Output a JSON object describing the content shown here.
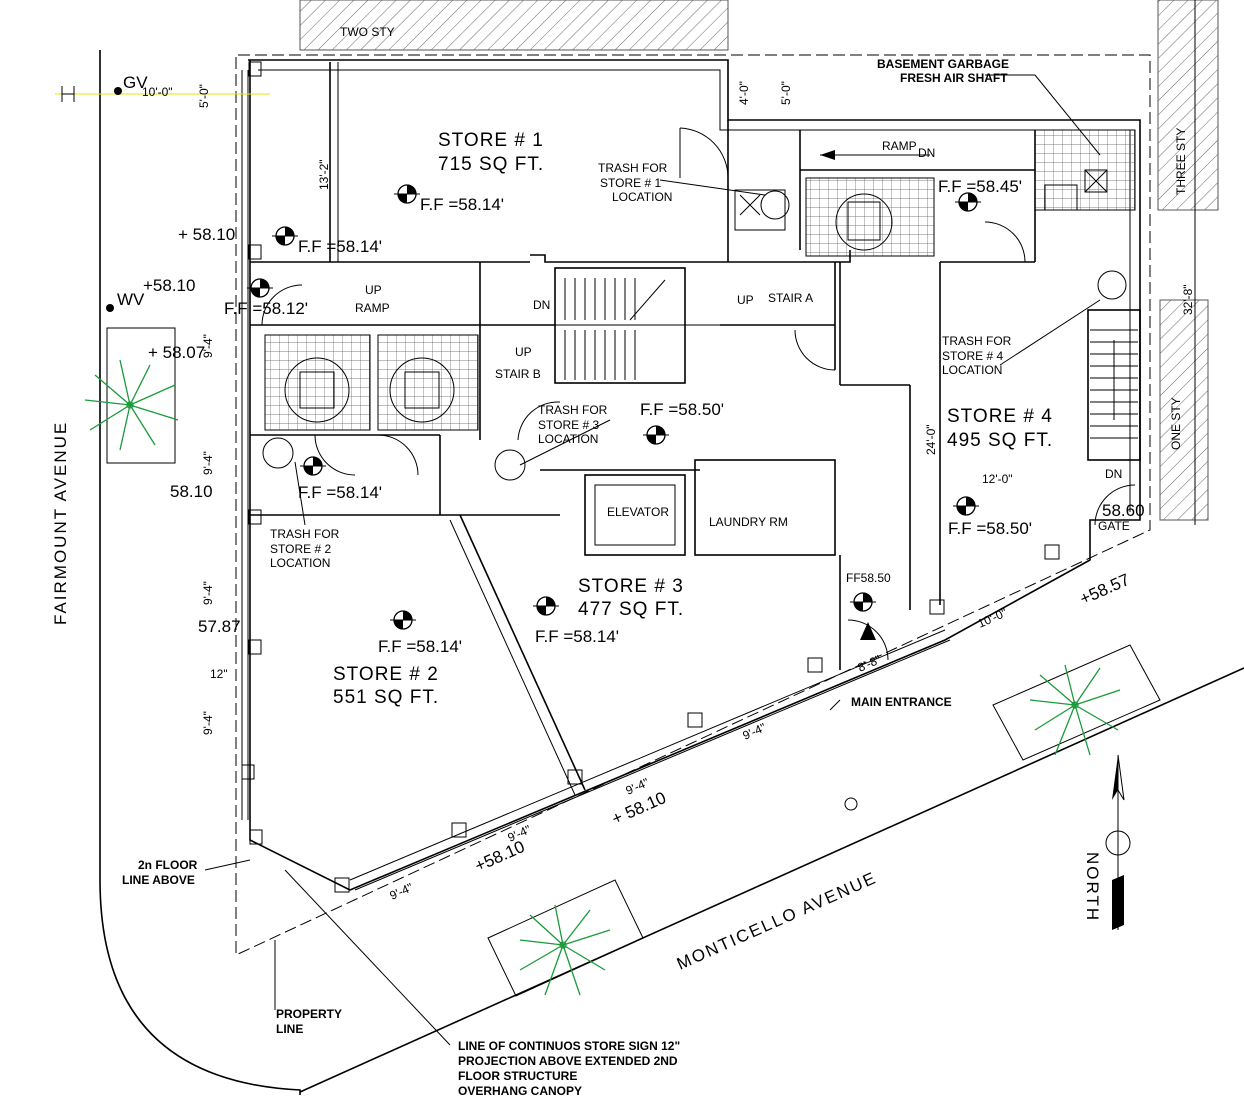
{
  "neighbors": {
    "top": "TWO STY",
    "right_top": "THREE STY",
    "right_bottom": "ONE STY"
  },
  "streets": {
    "west": "FAIRMOUNT AVENUE",
    "south": "MONTICELLO AVENUE"
  },
  "stores": [
    {
      "name": "STORE # 1",
      "area": "715 SQ FT.",
      "ff": "F.F =58.14'"
    },
    {
      "name": "STORE # 2",
      "area": "551 SQ FT.",
      "ff": "F.F =58.14'"
    },
    {
      "name": "STORE # 3",
      "area": "477 SQ FT.",
      "ff": "F.F =58.14'"
    },
    {
      "name": "STORE # 4",
      "area": "495 SQ FT.",
      "ff": "F.F =58.50'"
    }
  ],
  "trash": {
    "s1": [
      "TRASH FOR",
      "STORE # 1",
      "LOCATION"
    ],
    "s2": [
      "TRASH FOR",
      "STORE # 2",
      "LOCATION"
    ],
    "s3": [
      "TRASH FOR",
      "STORE # 3",
      "LOCATION"
    ],
    "s4": [
      "TRASH FOR",
      "STORE # 4",
      "LOCATION"
    ]
  },
  "rooms": {
    "elevator": "ELEVATOR",
    "laundry": "LAUNDRY RM",
    "stair_a": "STAIR A",
    "stair_b": "STAIR B",
    "up": "UP",
    "dn": "DN",
    "ramp": "RAMP",
    "gate": "GATE",
    "main_entrance": "MAIN ENTRANCE",
    "basement_shaft": [
      "BASEMENT GARBAGE",
      "FRESH AIR SHAFT"
    ]
  },
  "elevations": {
    "ff_58_14_a": "F.F =58.14'",
    "ff_58_14_b": "F.F =58.14'",
    "ff_58_12": "F.F =58.12'",
    "ff_58_45": "F.F =58.45'",
    "ff_58_50": "F.F =58.50'",
    "ff5850": "FF58.50",
    "e5810_a": "+ 58.10",
    "e5810_b": "+58.10",
    "e5807": "+ 58.07",
    "e5810_c": "58.10",
    "e5787": "57.87",
    "e5860": "58.60",
    "e5857": "+58.57",
    "e5810_d": "+ 58.10",
    "e5810_e": "+58.10",
    "gv": "GV",
    "wv": "WV"
  },
  "dims": {
    "d10_0": "10'-0\"",
    "d5_0_a": "5'-0\"",
    "d4_0": "4'-0\"",
    "d5_0_b": "5'-0\"",
    "d13_2": "13'-2\"",
    "d9_4_a": "9'-4\"",
    "d9_4_b": "9'-4\"",
    "d9_4_c": "9'-4\"",
    "d12": "12\"",
    "d9_4_d": "9'-4\"",
    "d24_0": "24'-0\"",
    "d12_0": "12'-0\"",
    "d32_8": "32'-8\"",
    "d10_0_b": "10'-0\"",
    "d8_8": "8'-8\"",
    "d9_4_e": "9'-4\"",
    "d9_4_f": "9'-4\"",
    "d9_4_g": "9'-4\"",
    "d9_4_h": "9'-4\""
  },
  "notes": {
    "floor_line": [
      "2n FLOOR",
      "LINE ABOVE"
    ],
    "property_line": [
      "PROPERTY",
      "LINE"
    ],
    "sign_line": [
      "LINE OF CONTINUOS STORE SIGN 12\"",
      "PROJECTION ABOVE EXTENDED 2ND",
      "FLOOR STRUCTURE",
      "OVERHANG CANOPY"
    ]
  },
  "north": "NORTH",
  "colors": {
    "tree": "#1a9a3a",
    "guide": "#e6e600"
  }
}
